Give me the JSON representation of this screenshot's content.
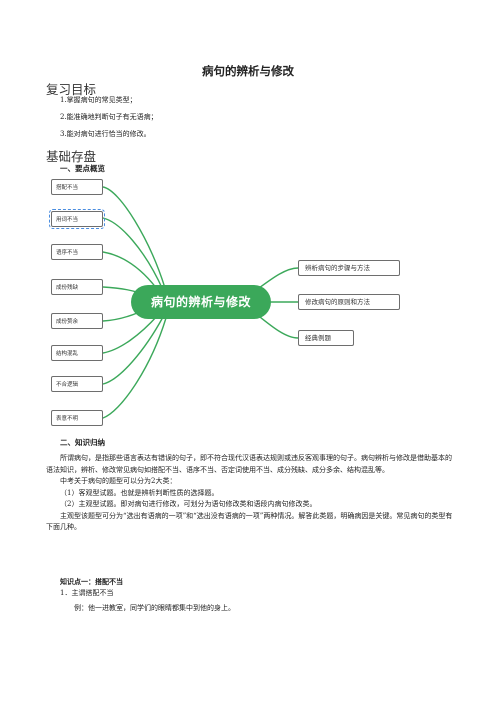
{
  "doc": {
    "title": "病句的辨析与修改",
    "review_heading": "复习目标",
    "goals": [
      "1.掌握病句的常见类型；",
      "2.能准确地判断句子有无语病；",
      "3.能对病句进行恰当的修改。"
    ],
    "basics_heading": "基础存盘",
    "section1": "一、要点概览",
    "section2": "二、知识归纳",
    "paragraphs": [
      "所谓病句，是指那些语言表达有错误的句子，即不符合现代汉语表达规则或违反客观事理的句子。病句辨析与修改是借助基本的语法知识，辨析、修改常见病句如搭配不当、语序不当、否定词使用不当、成分残缺、成分多余、结构混乱等。",
      "中考关于病句的题型可以分为2大类：",
      "（1）客观型试题。也就是辨析判断性质的选择题。",
      "（2）主观型试题。即对病句进行修改，可划分为语句修改类和语段内病句修改类。",
      "主观型该题型可分为“选出有语病的一项”和“选出没有语病的一项”两种情况。解答此类题，明确病因是关键。常见病句的类型有下面几种。"
    ],
    "knowledge_point": "知识点一：搭配不当",
    "item1": "1．主谓搭配不当",
    "example": "例：他一进教室，同学们的眼睛都集中到他的身上。"
  },
  "mindmap": {
    "center": "病句的辨析与修改",
    "left": [
      "搭配不当",
      "用词不当",
      "语序不当",
      "成份残缺",
      "成份赘余",
      "结构混乱",
      "不合逻辑",
      "表意不明"
    ],
    "right": [
      "辨析病句的步骤与方法",
      "修改病句的原则和方法",
      "经典例题"
    ],
    "line_color": "#3ba85a",
    "center_color": "#3ba85a"
  }
}
